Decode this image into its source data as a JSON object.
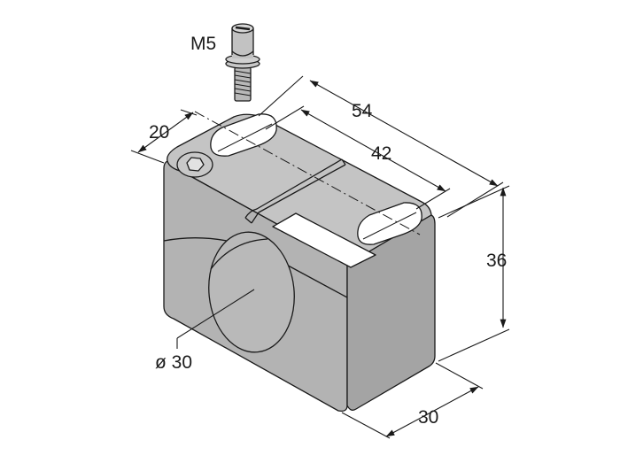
{
  "labels": {
    "screw_thread": "M5",
    "length_overall": "54",
    "hole_spacing": "42",
    "width": "20",
    "height": "36",
    "bore_diameter": "ø 30",
    "depth": "30"
  },
  "colors": {
    "body_top": "#c4c4c4",
    "body_front": "#b3b3b3",
    "body_side": "#a3a3a3",
    "outline": "#1a1a1a",
    "background": "#ffffff"
  }
}
